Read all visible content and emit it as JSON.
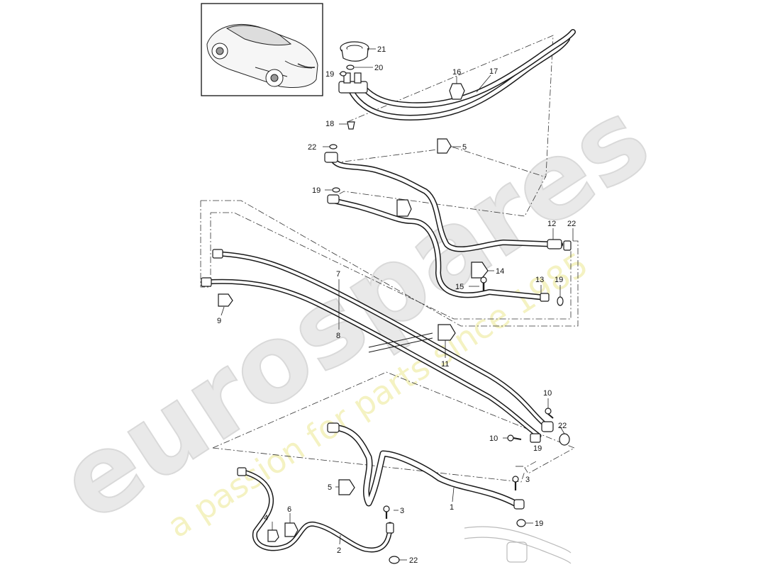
{
  "watermark": {
    "brand": "eurospares",
    "tagline": "a passion for parts since 1985"
  },
  "callouts": {
    "c1": "1",
    "c2": "2",
    "c3a": "3",
    "c3b": "3",
    "c4": "4",
    "c5a": "5",
    "c5b": "5",
    "c6": "6",
    "c7": "7",
    "c8": "8",
    "c9": "9",
    "c10a": "10",
    "c10b": "10",
    "c11": "11",
    "c12": "12",
    "c13": "13",
    "c14": "14",
    "c15": "15",
    "c16": "16",
    "c17": "17",
    "c18": "18",
    "c19a": "19",
    "c19b": "19",
    "c19c": "19",
    "c19d": "19",
    "c19e": "19",
    "c20": "20",
    "c21": "21",
    "c22a": "22",
    "c22b": "22",
    "c22c": "22",
    "c22d": "22"
  }
}
